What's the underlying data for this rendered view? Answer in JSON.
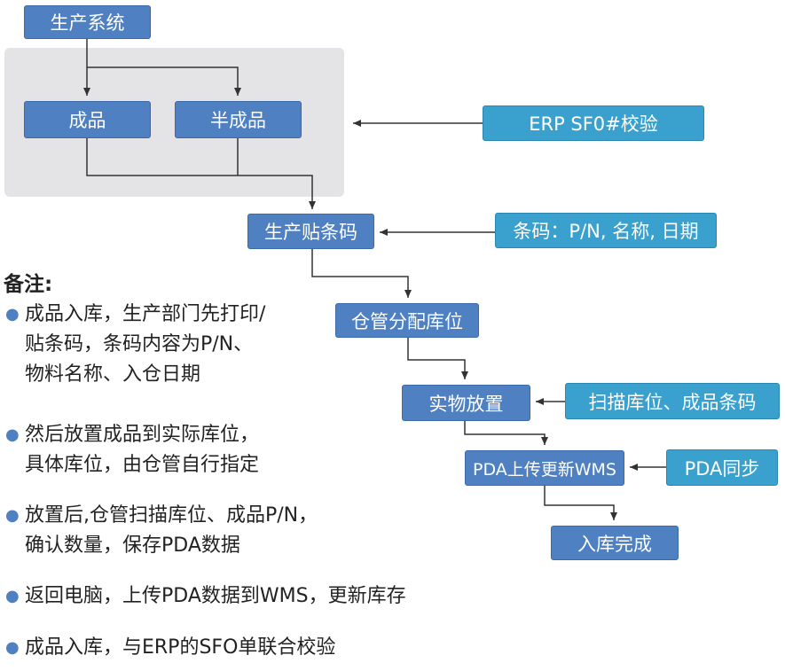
{
  "diagram": {
    "nodes": {
      "production_system": "生产系统",
      "finished_goods": "成品",
      "semi_finished_goods": "半成品",
      "erp_check": "ERP SF0#校验",
      "label_barcode": "生产贴条码",
      "barcode_info": "条码：P/N, 名称, 日期",
      "warehouse_assign": "仓管分配库位",
      "physical_placement": "实物放置",
      "scan_info": "扫描库位、成品条码",
      "pda_upload": "PDA上传更新WMS",
      "pda_sync": "PDA同步",
      "stock_in_complete": "入库完成"
    }
  },
  "notes": {
    "title": "备注:",
    "items": [
      {
        "lines": [
          "成品入库，生产部门先打印/",
          "贴条码，条码内容为P/N、",
          "物料名称、入仓日期"
        ]
      },
      {
        "lines": [
          "然后放置成品到实际库位，",
          "具体库位，由仓管自行指定"
        ]
      },
      {
        "lines": [
          "放置后,仓管扫描库位、成品P/N，",
          "确认数量，保存PDA数据"
        ]
      },
      {
        "lines": [
          "返回电脑，上传PDA数据到WMS，更新库存"
        ]
      },
      {
        "lines": [
          "成品入库，与ERP的SFO单联合校验"
        ]
      }
    ]
  },
  "colors": {
    "primary_box": "#4e80c2",
    "secondary_box": "#3aa0cd",
    "group_background": "#e4e4e6",
    "connector": "#333333",
    "bullet": "#4e80c2"
  }
}
